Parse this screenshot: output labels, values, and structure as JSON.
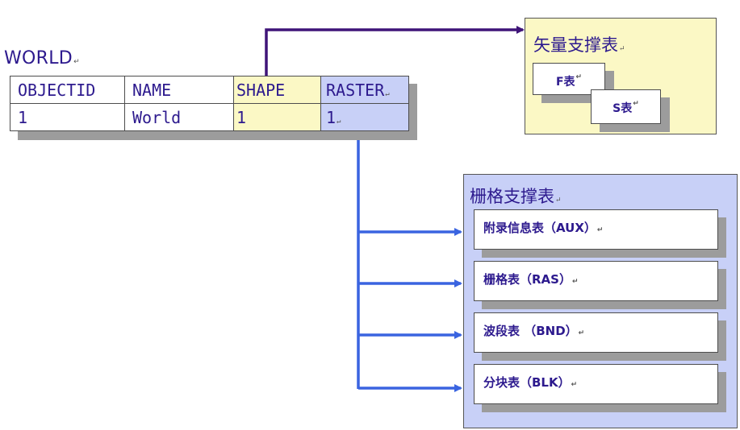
{
  "world_title": "WORLD",
  "return_mark": "↵",
  "table": {
    "headers": [
      "OBJECTID",
      "NAME",
      "SHAPE",
      "RASTER"
    ],
    "row": [
      "1",
      "World",
      "1",
      "1"
    ]
  },
  "vector_support": {
    "title": "矢量支撑表",
    "items": [
      "F表",
      "S表"
    ]
  },
  "raster_support": {
    "title": "栅格支撑表",
    "items": [
      "附录信息表（AUX）",
      "栅格表（RAS）",
      "波段表 （BND）",
      "分块表（BLK）"
    ]
  },
  "colors": {
    "vector_arrow": "#3f1478",
    "raster_arrow": "#3a64e0",
    "yellow_fill": "#fbf8c5",
    "blue_fill": "#c8d0f7"
  }
}
